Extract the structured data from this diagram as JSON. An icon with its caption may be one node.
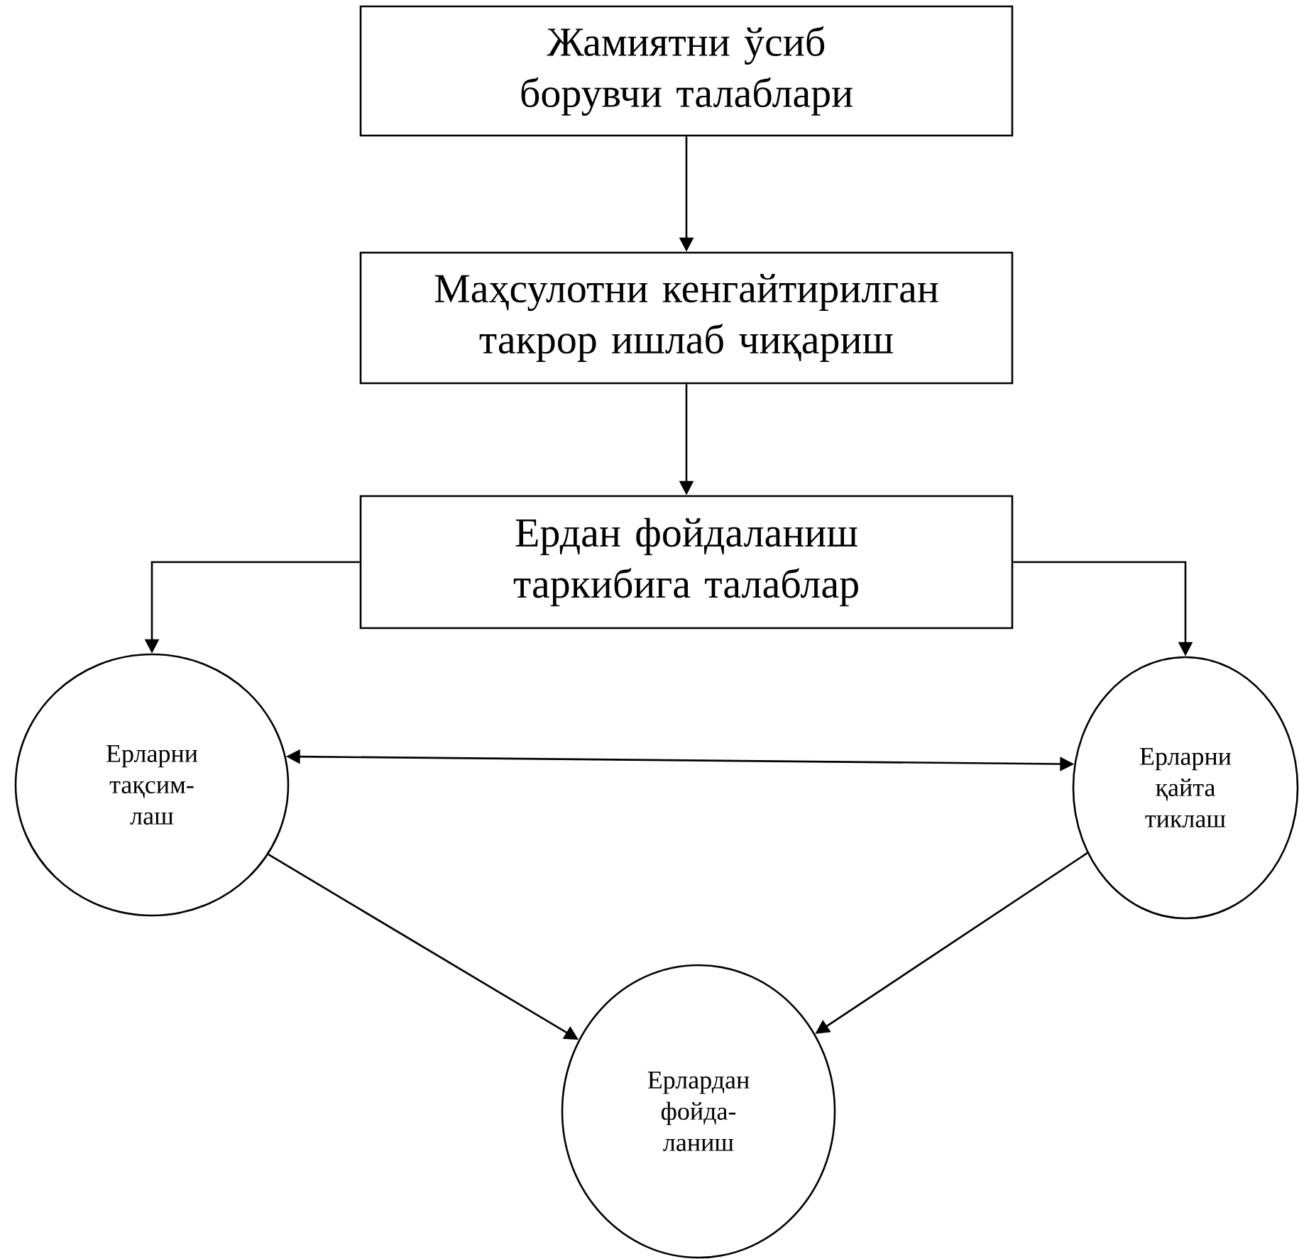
{
  "diagram": {
    "nodes": [
      {
        "text": [
          "Жамиятни ўсиб борувчи талаблари"
        ]
      },
      {
        "text": [
          "Маҳсулотни кенгайтирилган такрор ишлаб чиқариш"
        ]
      },
      {
        "text": [
          "Ердан фойдаланиш таркибига талаблар"
        ]
      },
      {
        "text": [
          "Ерларни тақсим-лаш"
        ]
      },
      {
        "text": [
          "Ерларни қайта тиклаш"
        ]
      },
      {
        "text": [
          "Ерлардан фойда-ланиш"
        ]
      }
    ],
    "edges": [
      {
        "from": 0,
        "to": 1,
        "arrow": "to"
      },
      {
        "from": 1,
        "to": 2,
        "arrow": "to"
      },
      {
        "from": 2,
        "to": 3,
        "arrow": "to"
      },
      {
        "from": 2,
        "to": 4,
        "arrow": "to"
      },
      {
        "from": 3,
        "to": 4,
        "arrow": "both"
      },
      {
        "from": 3,
        "to": 5,
        "arrow": "to"
      },
      {
        "from": 4,
        "to": 5,
        "arrow": "to"
      }
    ]
  }
}
